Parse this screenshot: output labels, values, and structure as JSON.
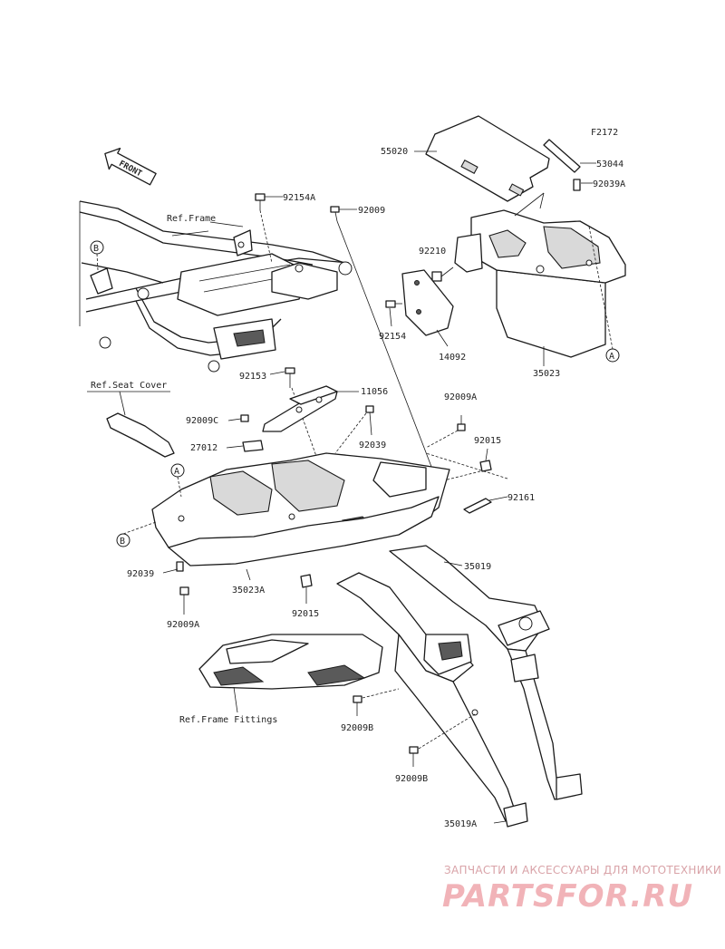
{
  "figure_code": "F2172",
  "front_label": "FRONT",
  "refs": {
    "frame": "Ref.Frame",
    "seat_cover": "Ref.Seat Cover",
    "frame_fittings": "Ref.Frame Fittings"
  },
  "markers": {
    "a": "A",
    "b": "B"
  },
  "parts": {
    "p55020": "55020",
    "p53044": "53044",
    "p92039a_top": "92039A",
    "p92154a": "92154A",
    "p92009": "92009",
    "p92210": "92210",
    "p92154": "92154",
    "p14092": "14092",
    "p35023": "35023",
    "p92153": "92153",
    "p11056": "11056",
    "p92009a_mid": "92009A",
    "p92009c": "92009C",
    "p92039_mid": "92039",
    "p92015_right": "92015",
    "p27012": "27012",
    "p92161": "92161",
    "p35019": "35019",
    "p92039_left": "92039",
    "p35023a": "35023A",
    "p92015_low": "92015",
    "p92009a_low": "92009A",
    "p92009b_1": "92009B",
    "p92009b_2": "92009B",
    "p35019a": "35019A"
  },
  "watermark": {
    "tagline": "ЗАПЧАСТИ И АКСЕССУАРЫ ДЛЯ МОТОТЕХНИКИ",
    "brand": "PARTSFOR.RU"
  }
}
